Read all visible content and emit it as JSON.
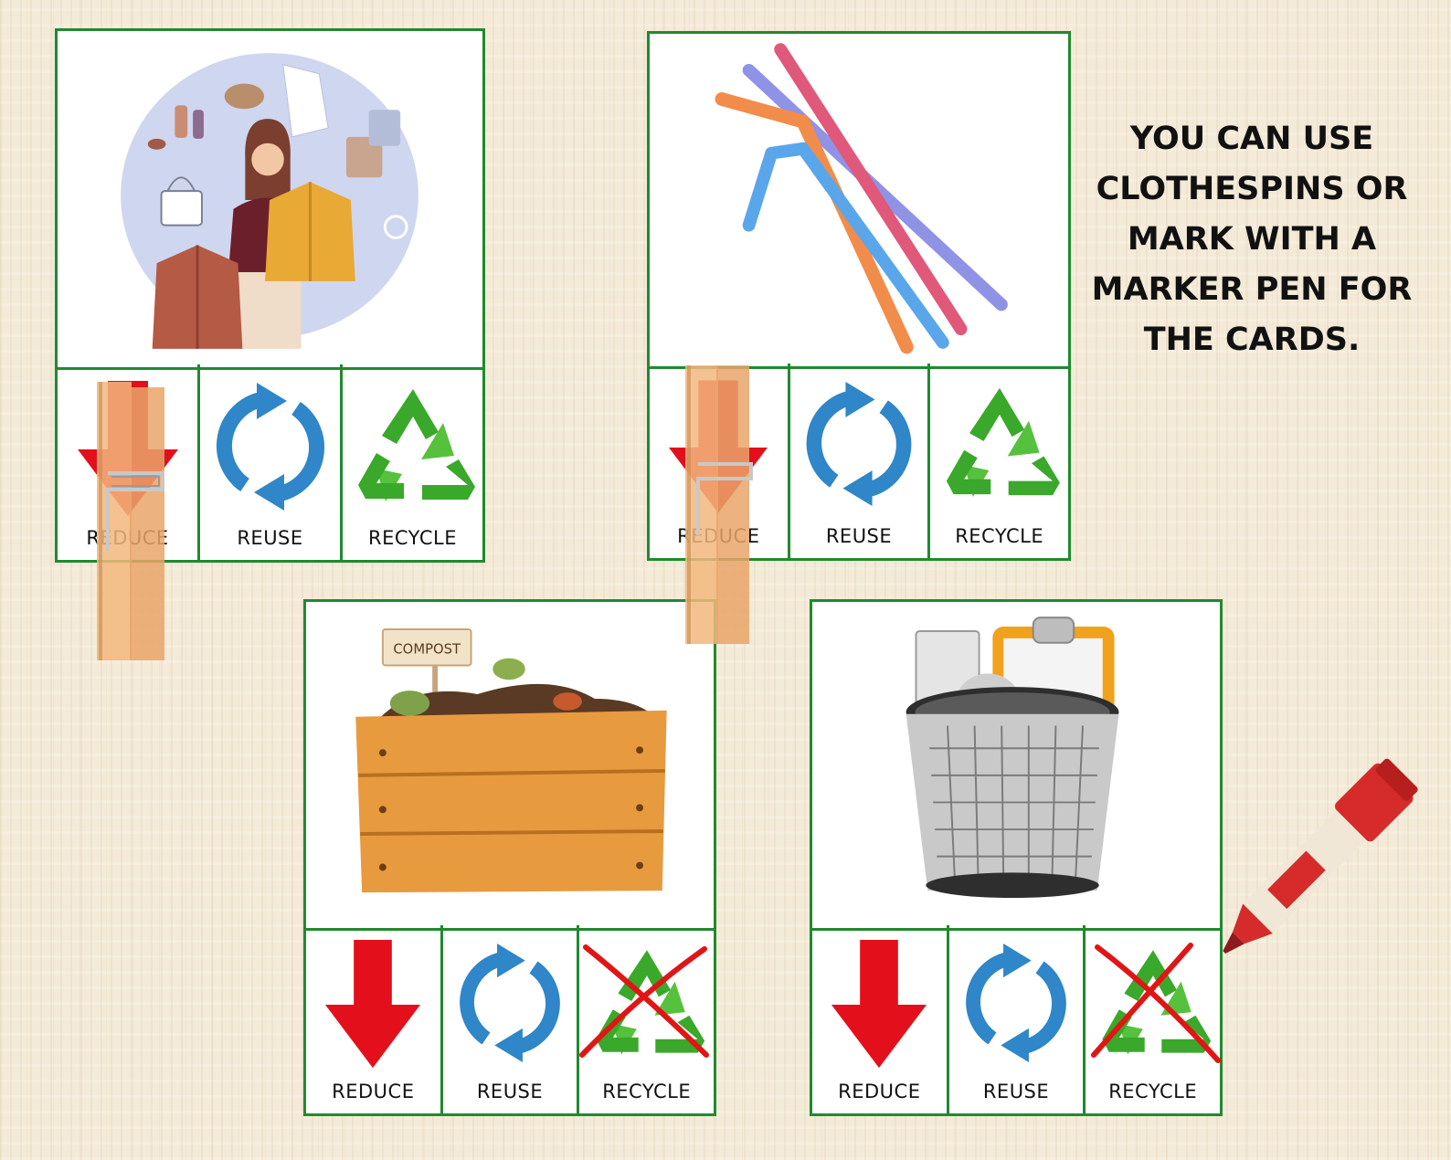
{
  "instruction": {
    "lines": [
      "YOU CAN USE",
      "CLOTHESPINS OR",
      "MARK WITH A",
      "MARKER PEN FOR",
      "THE  CARDS."
    ]
  },
  "options": {
    "reduce": "REDUCE",
    "reuse": "REUSE",
    "recycle": "RECYCLE"
  },
  "cards": [
    {
      "picture": "woman-with-clothes-illustration",
      "marked": "reduce",
      "mark_type": "clothespin"
    },
    {
      "picture": "plastic-straws-illustration",
      "marked": "reduce",
      "mark_type": "clothespin"
    },
    {
      "picture": "compost-crate-illustration",
      "sign_text": "COMPOST",
      "crossed_out": "recycle",
      "mark_type": "red-x"
    },
    {
      "picture": "trash-bin-illustration",
      "crossed_out": "recycle",
      "mark_type": "red-x"
    }
  ],
  "colors": {
    "card_border": "#1f8a2e",
    "reduce_arrow": "#e3101b",
    "reuse_arrows": "#2f86c8",
    "recycle_symbol": "#3aa82a",
    "marker_red": "#d62b2b"
  }
}
